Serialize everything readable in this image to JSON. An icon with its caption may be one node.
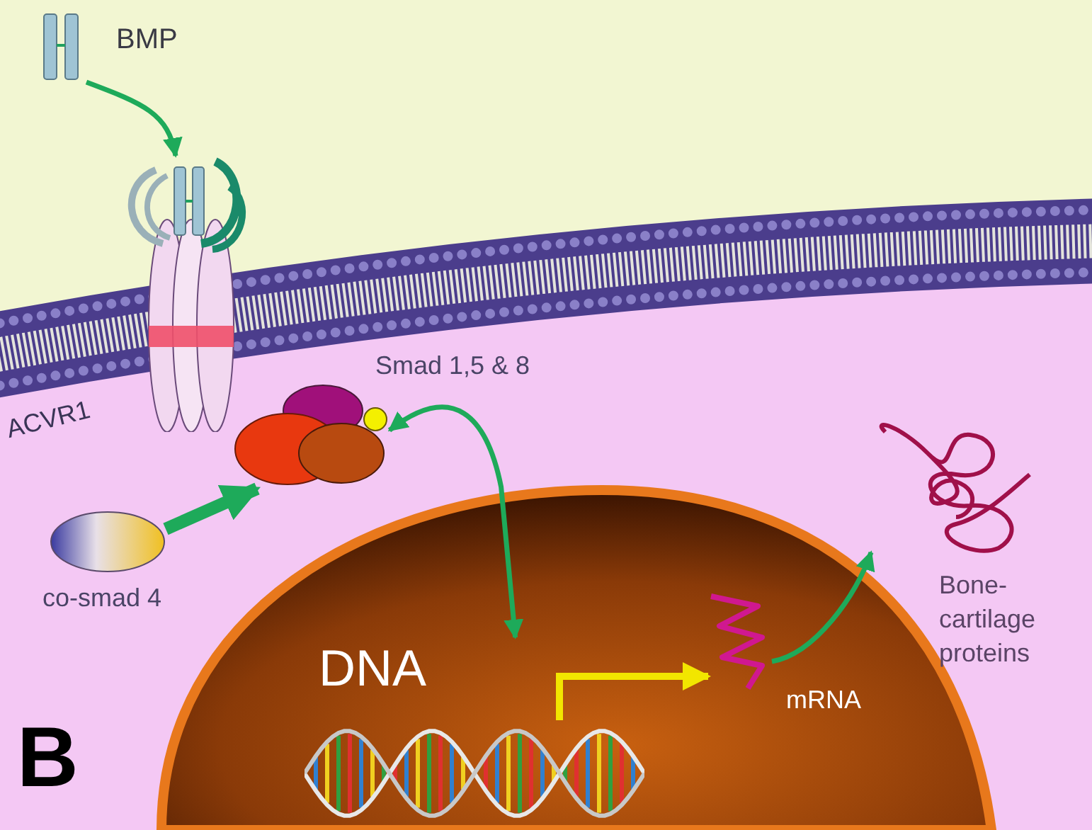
{
  "diagram": {
    "nodes": [
      {
        "text": [],
        "shape": "picture",
        "beside": [
          "BMP"
        ]
      },
      {
        "text": [],
        "shape": "picture",
        "beside": [
          "ACVR1"
        ]
      },
      {
        "text": [],
        "shape": "picture",
        "beside": [
          "Smad 1,5 & 8"
        ]
      },
      {
        "text": [],
        "shape": "picture",
        "beside": [
          "co-smad 4"
        ]
      },
      {
        "text": [],
        "shape": "circle"
      },
      {
        "text": [
          "DNA"
        ],
        "in": 4
      },
      {
        "text": [],
        "shape": "picture",
        "beside": [
          "mRNA"
        ],
        "in": 4
      },
      {
        "text": [],
        "shape": "picture",
        "beside": [
          "Bone-cartilage proteins"
        ]
      }
    ],
    "edges": [
      {
        "from": 0,
        "to": 1,
        "arrow": "to"
      },
      {
        "from": 3,
        "to": 2,
        "arrow": "to",
        "style": "thick"
      },
      {
        "from": 2,
        "to": 5,
        "arrow": "both"
      },
      {
        "from": 5,
        "to": 6,
        "arrow": "to",
        "color": "#f2e600"
      },
      {
        "from": 6,
        "to": 7,
        "arrow": "to"
      }
    ],
    "labels": [
      "B"
    ]
  }
}
